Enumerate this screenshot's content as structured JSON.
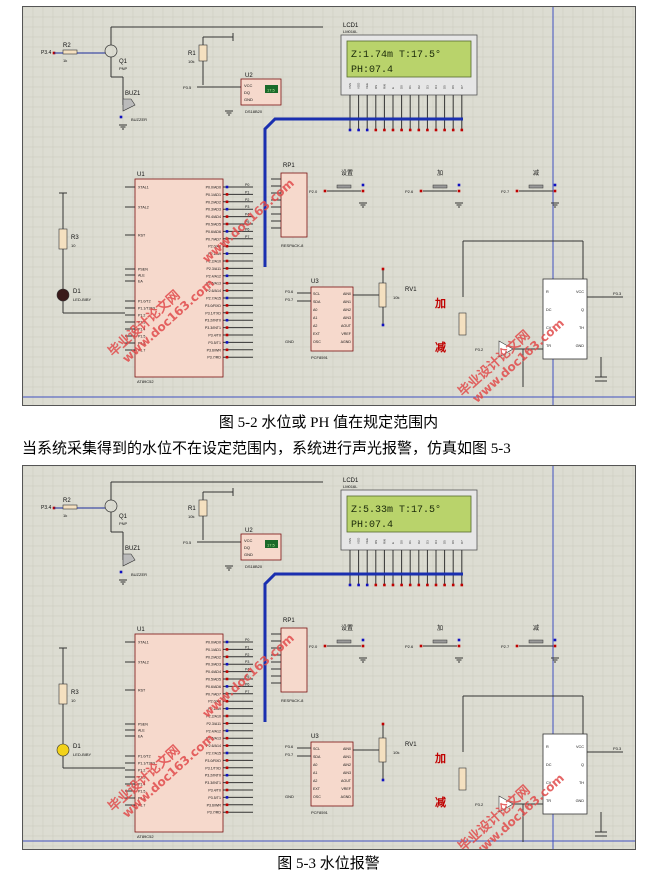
{
  "figures": [
    {
      "lcd": {
        "title": "LCD1",
        "model": "LM016L",
        "line1": "Z:1.74m  T:17.5°",
        "line2": "PH:07.4"
      },
      "led_state": "off",
      "led_color": "#3a1a1a",
      "caption": "图 5-2  水位或 PH 值在规定范围内"
    },
    {
      "lcd": {
        "title": "LCD1",
        "model": "LM016L",
        "line1": "Z:5.33m  T:17.5°",
        "line2": "PH:07.4"
      },
      "led_state": "on",
      "led_color": "#f2d21a",
      "caption": "图 5-3  水位报警"
    }
  ],
  "paragraph": "当系统采集得到的水位不在设定范围内，系统进行声光报警，仿真如图 5-3",
  "schematic": {
    "mcu": {
      "ref": "U1",
      "part": "AT89C52",
      "left_pins": [
        "XTAL1",
        "XTAL2",
        "RST",
        "PSEN",
        "ALE",
        "EA",
        "P1.0/T2",
        "P1.1/T2EX",
        "P1.2",
        "P1.3",
        "P1.4",
        "P1.5",
        "P1.6",
        "P1.7"
      ],
      "right_pins": [
        "P0.0/AD0",
        "P0.1/AD1",
        "P0.2/AD2",
        "P0.3/AD3",
        "P0.4/AD4",
        "P0.5/AD5",
        "P0.6/AD6",
        "P0.7/AD7",
        "P2.0/A8",
        "P2.1/A9",
        "P2.2/A10",
        "P2.3/A11",
        "P2.4/A12",
        "P2.5/A13",
        "P2.6/A14",
        "P2.7/A15",
        "P3.0/RXD",
        "P3.1/TXD",
        "P3.2/INT0",
        "P3.3/INT1",
        "P3.4/T0",
        "P3.5/T1",
        "P3.6/WR",
        "P3.7/RD"
      ]
    },
    "adc": {
      "ref": "U3",
      "part": "PCF8591",
      "left_pins": [
        "SCL",
        "SDA",
        "A0",
        "A1",
        "A2",
        "EXT",
        "OSC"
      ],
      "right_pins": [
        "AIN0",
        "AIN1",
        "AIN2",
        "AIN3",
        "AOUT",
        "VREF",
        "AGND"
      ]
    },
    "timer": {
      "pins_left": [
        "R",
        "DC",
        "CV",
        "TR"
      ],
      "pins_right": [
        "VCC",
        "Q",
        "TH",
        "GND"
      ]
    },
    "sensor": {
      "ref": "U2",
      "part": "DS18B20",
      "pins": [
        "VCC",
        "DQ",
        "GND"
      ],
      "reading": "17.5"
    },
    "rpack": {
      "ref": "RP1",
      "part": "RESPACK-8"
    },
    "labels": {
      "r1": "R1",
      "r1_val": "10k",
      "r2": "R2",
      "r2_val": "1k",
      "r3": "R3",
      "r3_val": "10",
      "q1": "Q1",
      "q1_type": "PNP",
      "buz": "BUZ1",
      "buz_type": "BUZZER",
      "d1": "D1",
      "d1_type": "LED-BIBY",
      "rv1": "RV1",
      "rv1_val": "10k",
      "p34": "P3.4",
      "p35": "P3.5",
      "p20": "P2.0",
      "p26": "P2.6",
      "p27": "P2.7",
      "p36": "P3.6",
      "p37": "P3.7",
      "p33": "P3.3",
      "p32": "P3.2",
      "gnd": "GND",
      "btn_set": "设置",
      "btn_add": "加",
      "btn_sub": "减",
      "big_add": "加",
      "big_sub": "减"
    },
    "p0_labels": [
      "P0",
      "P1",
      "P2",
      "P3",
      "P4",
      "P5",
      "P6",
      "P7"
    ],
    "lcd_pins": [
      "VSS",
      "VDD",
      "VEE",
      "RS",
      "RW",
      "E",
      "D0",
      "D1",
      "D2",
      "D3",
      "D4",
      "D5",
      "D6",
      "D7"
    ]
  },
  "watermark": {
    "text1": "毕业设计论文网",
    "text2": "www.doc163.com"
  },
  "colors": {
    "grid_bg": "#dcdcd2",
    "grid_line": "#c9c9bd",
    "lcd_bg": "#b9d36b",
    "lcd_text": "#1b2a0a",
    "wire": "#1a2a9a",
    "bus": "#1a2fb0",
    "chip": "#f6d9cc",
    "chip_border": "#7a1010",
    "pin_red": "#c00000",
    "pin_blue": "#1010c0",
    "watermark": "#e14c4c"
  }
}
